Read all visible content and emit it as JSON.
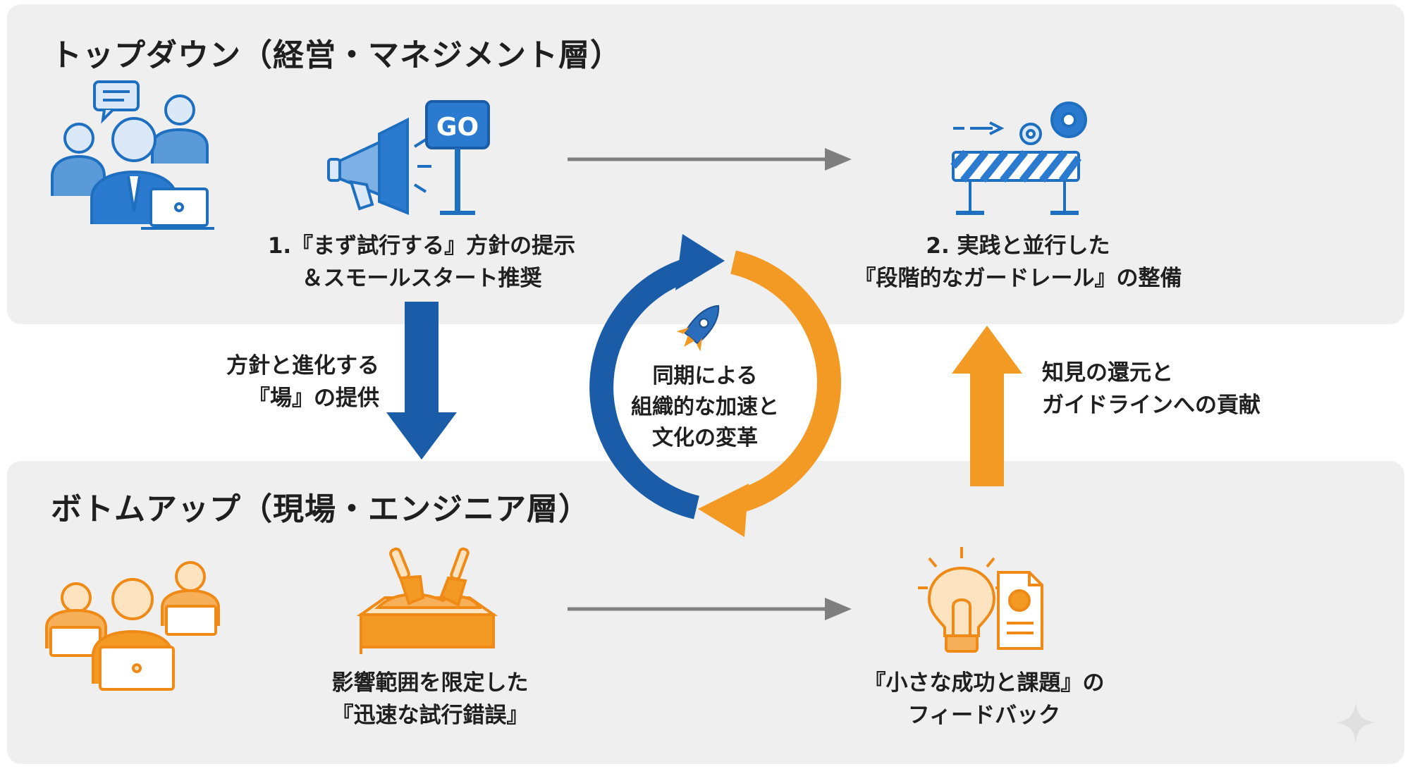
{
  "top_section": {
    "title": "トップダウン（経営・マネジメント層）"
  },
  "bottom_section": {
    "title": "ボトムアップ（現場・エンジニア層）"
  },
  "steps": {
    "step1": {
      "lines": [
        "1.『まず試行する』方針の提示",
        "＆スモールスタート推奨"
      ]
    },
    "step2": {
      "lines": [
        "2. 実践と並行した",
        "『段階的なガードレール』の整備"
      ]
    },
    "step3": {
      "lines": [
        "影響範囲を限定した",
        "『迅速な試行錯誤』"
      ]
    },
    "step4": {
      "lines": [
        "『小さな成功と課題』の",
        "フィードバック"
      ]
    }
  },
  "arrows": {
    "down": {
      "lines": [
        "方針と進化する",
        "『場』の提供"
      ]
    },
    "up": {
      "lines": [
        "知見の還元と",
        "ガイドラインへの貢献"
      ]
    }
  },
  "center": {
    "lines": [
      "同期による",
      "組織的な加速と",
      "文化の変革"
    ]
  },
  "sign_text": "GO",
  "colors": {
    "blue": "#1e6fc0",
    "dark_blue": "#1a5ca8",
    "orange": "#f39a24",
    "gray_arrow": "#7f7f7f",
    "panel": "#efefef"
  },
  "icons": [
    "management-team-icon",
    "megaphone-icon",
    "go-sign-icon",
    "barrier-gears-icon",
    "engineers-team-icon",
    "sandbox-icon",
    "lightbulb-report-icon",
    "rocket-icon",
    "sparkle-icon"
  ]
}
